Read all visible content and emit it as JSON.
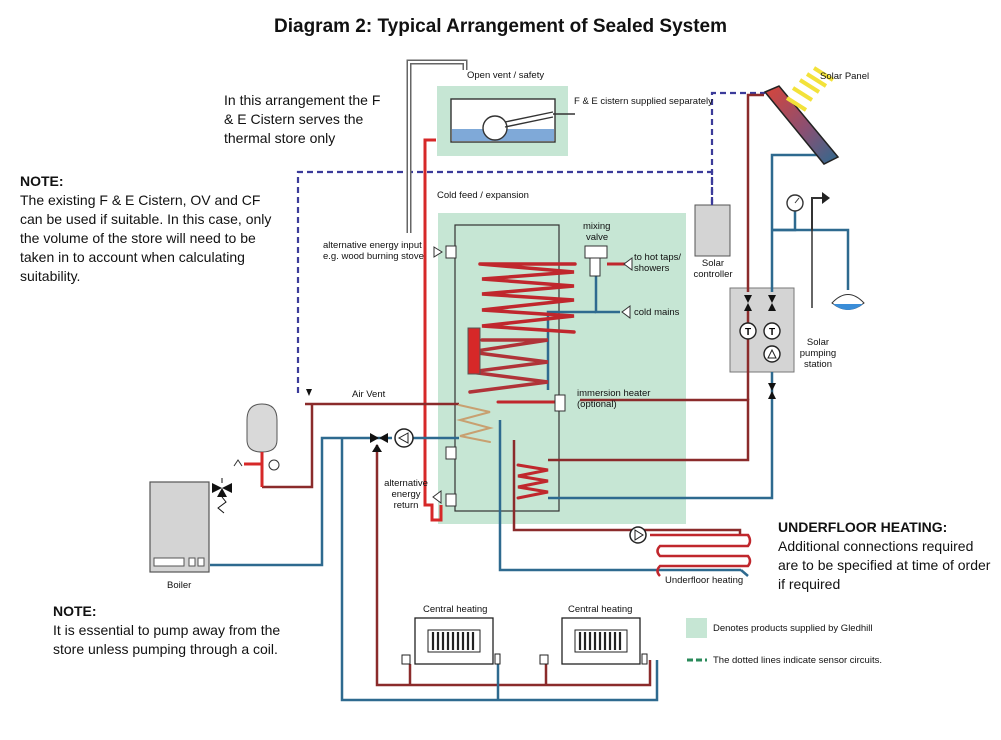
{
  "title": "Diagram 2:  Typical Arrangement of Sealed System",
  "notes": {
    "arrangement": "In this arrangement the F & E Cistern serves the thermal store only",
    "note1_heading": "NOTE:",
    "note1_body": "The existing F & E Cistern, OV and CF can be used if suitable.  In this case, only the volume of the store will need to be taken in to account when calculating suitability.",
    "note2_heading": "NOTE:",
    "note2_body": "It is essential to pump away from the store unless pumping through a coil.",
    "underfloor_heading": "UNDERFLOOR HEATING:",
    "underfloor_body": "Additional connections required are to be specified at time of order if required"
  },
  "labels": {
    "open_vent": "Open vent / safety",
    "cistern": "F & E cistern supplied separately",
    "cold_feed": "Cold feed / expansion",
    "alt_input_1": "alternative energy input",
    "alt_input_2": "e.g. wood burning stove",
    "mixing_1": "mixing",
    "mixing_2": "valve",
    "hot_taps_1": "to hot taps/",
    "hot_taps_2": "showers",
    "cold_mains": "cold mains",
    "air_vent": "Air Vent",
    "immersion_1": "immersion heater",
    "immersion_2": "(optional)",
    "alt_return_1": "alternative",
    "alt_return_2": "energy",
    "alt_return_3": "return",
    "solar_panel": "Solar Panel",
    "solar_controller_1": "Solar",
    "solar_controller_2": "controller",
    "solar_station_1": "Solar",
    "solar_station_2": "pumping",
    "solar_station_3": "station",
    "boiler": "Boiler",
    "central_heating_1": "Central heating",
    "central_heating_2": "Central heating",
    "underfloor": "Underfloor heating",
    "legend_gledhill": "Denotes products supplied by Gledhill",
    "legend_dotted": "The dotted lines indicate sensor circuits."
  },
  "colors": {
    "hot": "#c0272d",
    "hot_dark": "#8b2b2b",
    "cold": "#2e6a8f",
    "sensor": "#3b3b9a",
    "gledhill_fill": "#c6e6d4",
    "water": "#7fa9d8"
  },
  "icons": [
    "pump-icon",
    "thermometer-icon",
    "pressure-gauge-icon",
    "expansion-vessel-icon",
    "radiator-icon",
    "valve-icon",
    "check-valve-icon",
    "solar-panel-icon",
    "sun-rays-icon"
  ]
}
